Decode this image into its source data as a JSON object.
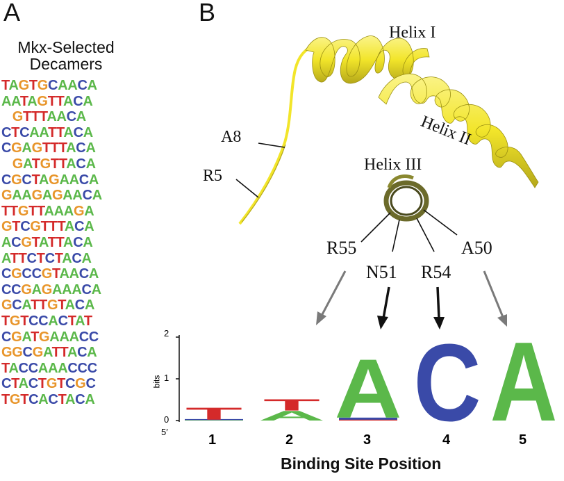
{
  "panelA": {
    "letter": "A",
    "title_line1": "Mkx-Selected",
    "title_line2": "Decamers",
    "sequences": [
      "TAGTGCAACA",
      "AATAGTTACA",
      " GTTTAACA",
      "CTCAATTACA",
      "CGAGTTTACA",
      " GATGTTACA",
      "CGCTAGAACA",
      "GAAGAGAACA",
      "TTGTTAAAGA",
      "GTCGTTTACA",
      "ACGTATTACA",
      "ATTCTCTACA",
      "CGCCGTAACA",
      "CCGAGAAACA",
      "GCATTGTACA",
      "TGTCCACTAT",
      "CGATGAAACC",
      "GGCGATTACA",
      "TACCAAACCC",
      "CTACTGTCGC",
      "TGTCACTACA"
    ]
  },
  "panelB": {
    "letter": "B",
    "labels": {
      "helix1": "Helix I",
      "helix2": "Helix II",
      "helix3": "Helix III",
      "a8": "A8",
      "r5": "R5",
      "r55": "R55",
      "n51": "N51",
      "r54": "R54",
      "a50": "A50"
    }
  },
  "colors": {
    "A": "#5bb84a",
    "C": "#3a4aa8",
    "G": "#e8952a",
    "T": "#d42a2a",
    "helix": "#f2e52a",
    "helix3": "#6b6a2a",
    "arrow_gray": "#7a7a7a",
    "arrow_black": "#111111"
  },
  "chart_data": {
    "type": "sequence-logo",
    "xlabel": "Binding Site Position",
    "ylabel": "bits",
    "x_start_label": "5′",
    "ylim": [
      0,
      2
    ],
    "yticks": [
      "0",
      "1",
      "2"
    ],
    "positions": [
      "1",
      "2",
      "3",
      "4",
      "5"
    ],
    "series": [
      {
        "position": "1",
        "letters": [
          {
            "base": "T",
            "height": 0.3
          },
          {
            "base": "A",
            "height": 0.01
          },
          {
            "base": "C",
            "height": 0.01
          }
        ]
      },
      {
        "position": "2",
        "letters": [
          {
            "base": "T",
            "height": 0.28
          },
          {
            "base": "A",
            "height": 0.24
          }
        ]
      },
      {
        "position": "3",
        "letters": [
          {
            "base": "A",
            "height": 1.45
          },
          {
            "base": "C",
            "height": 0.05
          },
          {
            "base": "T",
            "height": 0.02
          }
        ]
      },
      {
        "position": "4",
        "letters": [
          {
            "base": "C",
            "height": 1.9
          }
        ]
      },
      {
        "position": "5",
        "letters": [
          {
            "base": "A",
            "height": 1.95
          }
        ]
      }
    ]
  }
}
